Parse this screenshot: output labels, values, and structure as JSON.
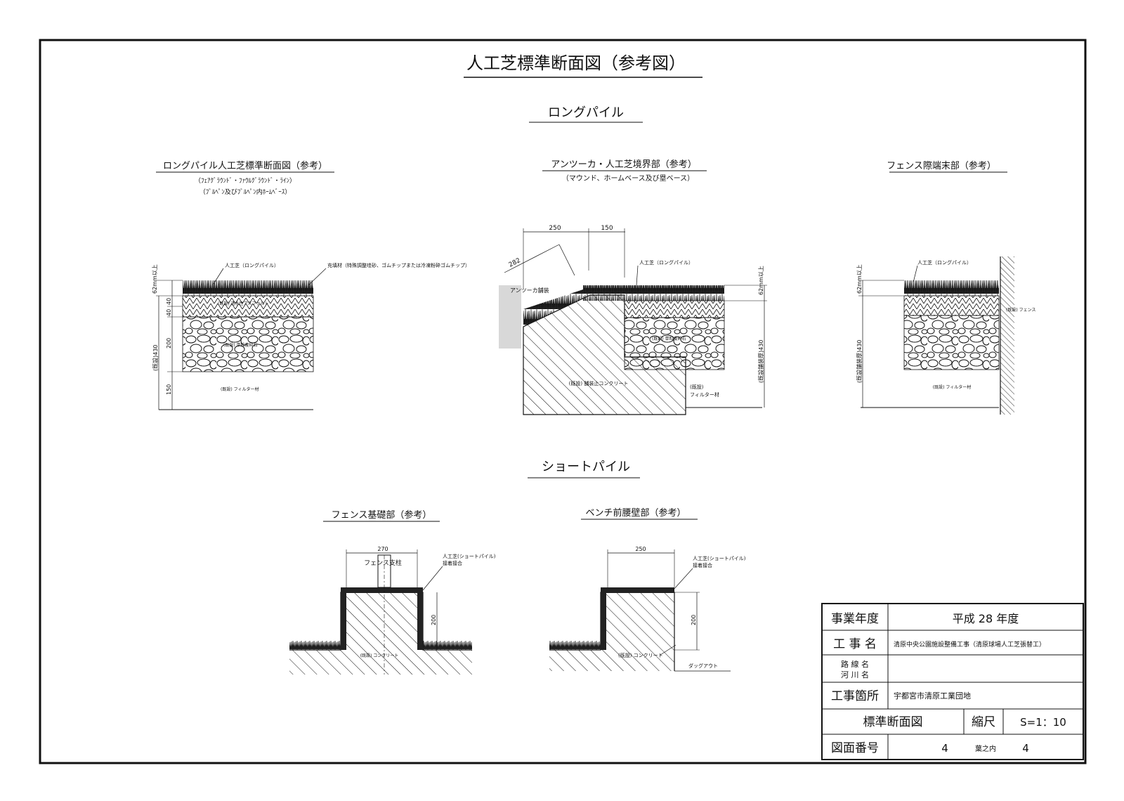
{
  "drawing": {
    "title": "人工芝標準断面図（参考図）",
    "section_long": "ロングパイル",
    "section_short": "ショートパイル"
  },
  "long_std": {
    "title": "ロングパイル人工芝標準断面図（参考）",
    "subtitle1": "（ﾌｪｱｸﾞﾗｳﾝﾄﾞ・ﾌｧｳﾙｸﾞﾗｳﾝﾄﾞ・ﾗｲﾝ）",
    "subtitle2": "（ﾌﾞﾙﾍﾟﾝ及びﾌﾞﾙﾍﾟﾝ内ﾎｰﾑﾍﾞｰｽ）",
    "turf_label": "人工芝（ロングパイル）",
    "infill_label": "充填材（特殊調整珪砂、ゴムチップまたは冷凍粉砕ゴムチップ）",
    "asphalt_label": "(既設) 透水性アスファルト",
    "crushed_label": "(既設) 単粒度砕石",
    "filter_label": "(既設) フィルター材",
    "dim_pile": "62mm以上",
    "dim_40a": "40",
    "dim_40b": "40",
    "dim_200": "200",
    "dim_150": "150",
    "dim_total": "(既設)430"
  },
  "anzuka": {
    "title": "アンツーカ・人工芝境界部（参考）",
    "subtitle": "（マウンド、ホームベース及び塁ベース）",
    "dim_250": "250",
    "dim_150": "150",
    "dim_282": "282",
    "turf_label": "人工芝（ロングパイル）",
    "anzuka_label": "アンツーカ舗装",
    "crushed_label": "(既設) 単粒度砕石",
    "concrete_label": "(既設) 舗装止コンクリート",
    "filter_label1": "(既設)",
    "filter_label2": "フィルター材",
    "dim_pile": "62mm以上",
    "dim_total": "(既設舗装厚)430"
  },
  "fence_end": {
    "title": "フェンス際端末部（参考）",
    "turf_label": "人工芝（ロングパイル）",
    "fence_label": "(既設) フェンス",
    "filter_label": "(既設) フィルター材",
    "dim_pile": "62mm以上",
    "dim_total": "(既設舗装厚)430"
  },
  "fence_base": {
    "title": "フェンス基礎部（参考）",
    "dim_270": "270",
    "post_label": "フェンス支柱",
    "turf_label1": "人工芝(ショートパイル)",
    "turf_label2": "接着接合",
    "dim_200": "200",
    "concrete_label": "(既設) コンクリート"
  },
  "bench": {
    "title": "ベンチ前腰壁部（参考）",
    "dim_250": "250",
    "turf_label1": "人工芝(ショートパイル)",
    "turf_label2": "接着接合",
    "dim_200": "200",
    "concrete_label": "(既設) コンクリート",
    "dugout_label": "ダッグアウト"
  },
  "title_block": {
    "year_label": "事業年度",
    "year_value": "平成 28 年度",
    "work_label": "工 事 名",
    "work_value": "清原中央公園施設整備工事（清原球場人工芝張替工）",
    "route_label": "路 線 名",
    "river_label": "河 川 名",
    "place_label": "工事箇所",
    "place_value": "宇都宮市清原工業団地",
    "drawing_name": "標準断面図",
    "scale_label": "縮尺",
    "scale_value": "S=1：10",
    "num_label": "図面番号",
    "num_value": "4",
    "of_label": "葉之内",
    "of_value": "4"
  },
  "colors": {
    "line": "#111111",
    "shade": "#d8d8d8",
    "paper": "#ffffff"
  }
}
